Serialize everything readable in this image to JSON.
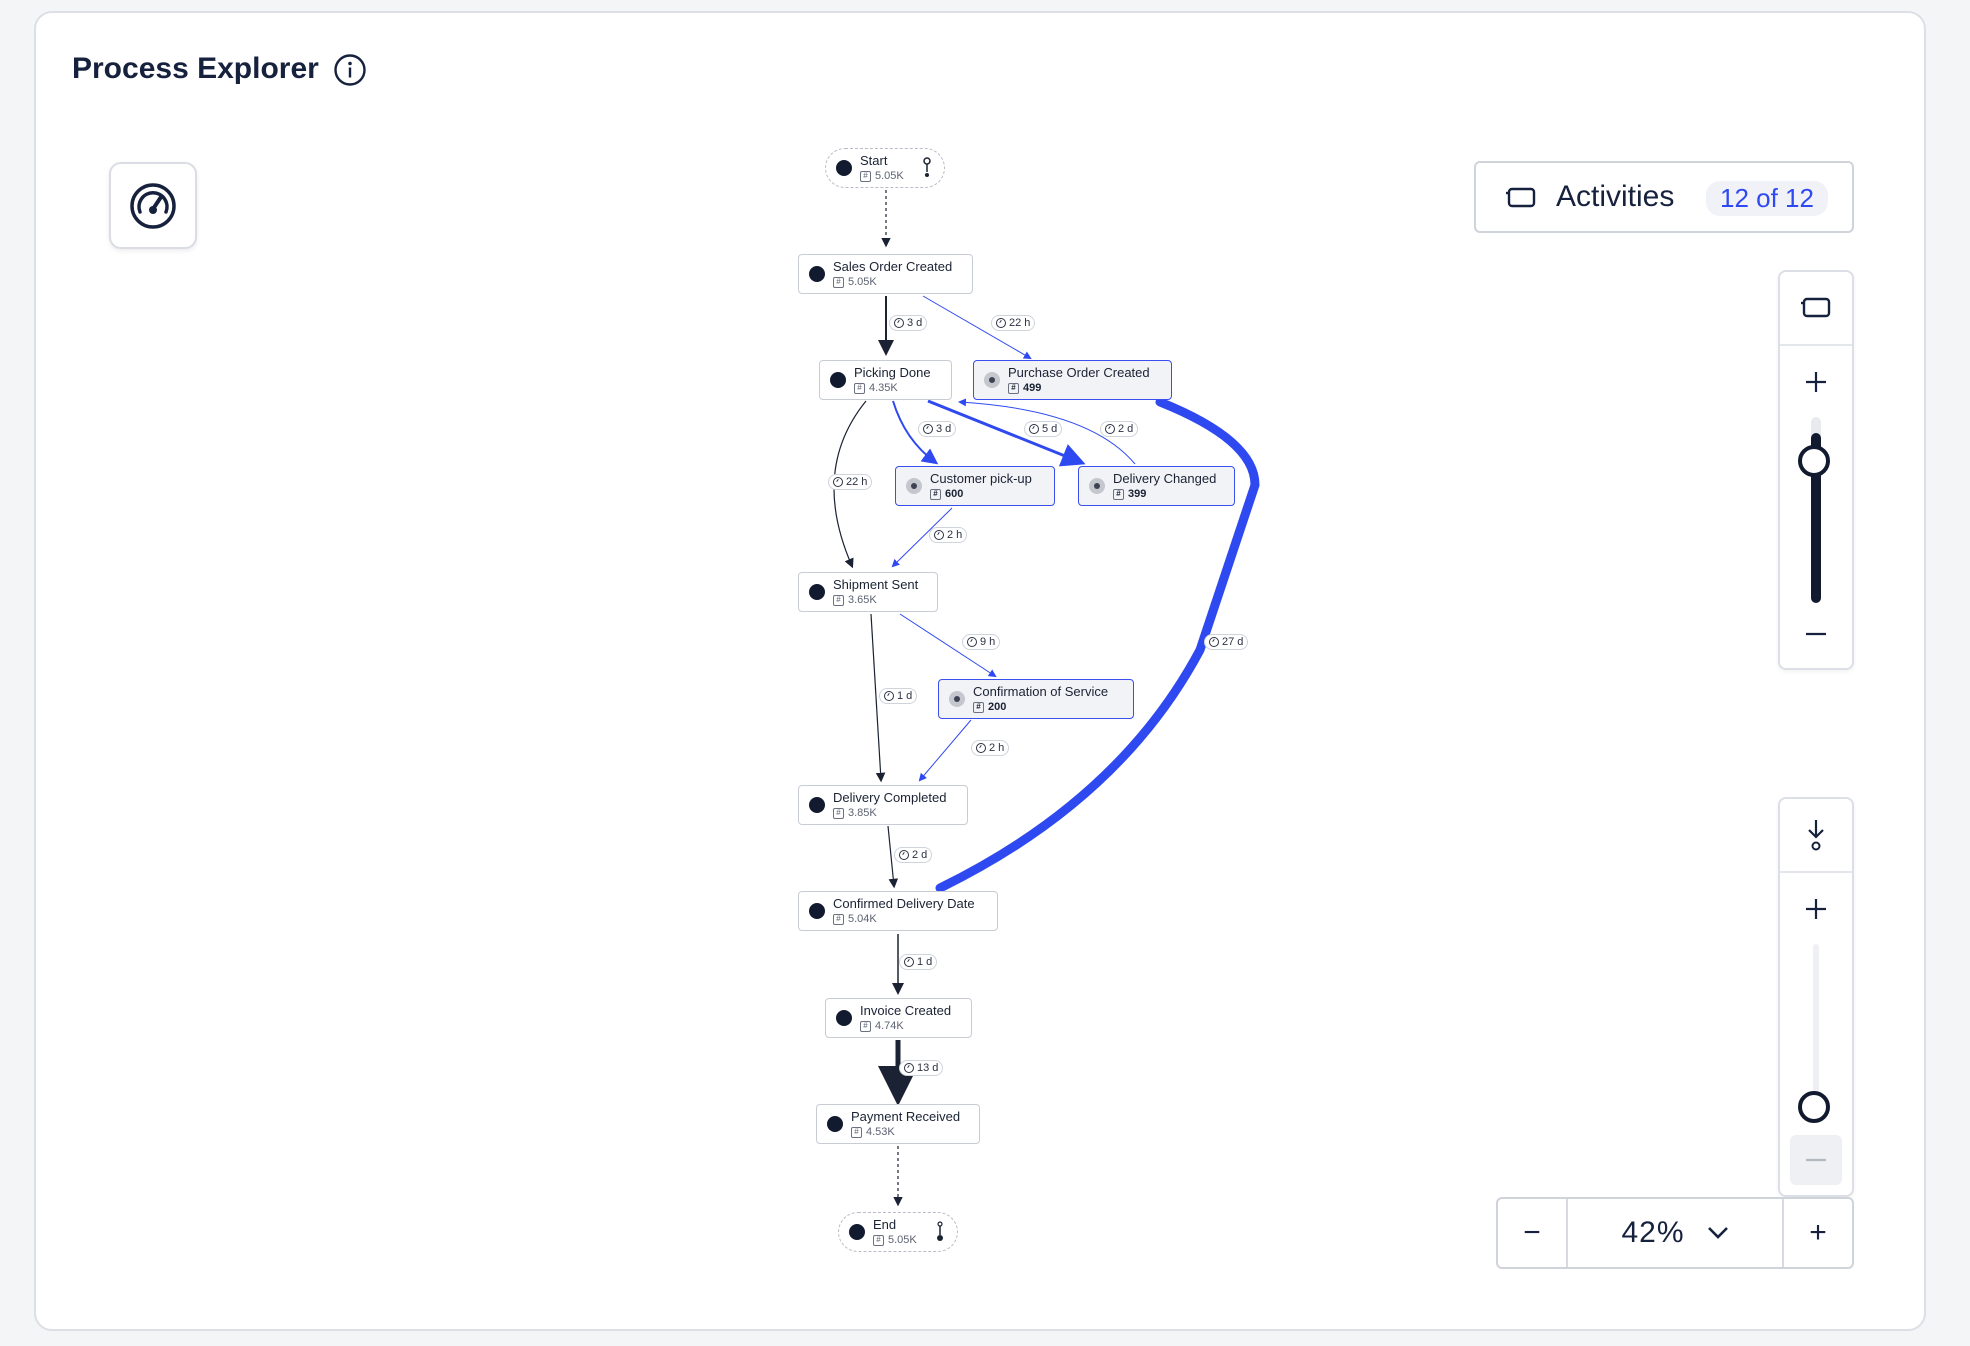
{
  "header": {
    "title": "Process Explorer"
  },
  "activities": {
    "label": "Activities",
    "count": "12 of 12"
  },
  "zoom": {
    "value": "42%",
    "minus": "−",
    "plus": "+"
  },
  "colors": {
    "accent": "#2f49f0",
    "dark": "#111a2e",
    "border": "#dcdfe5"
  },
  "icons": [
    "info-icon",
    "speedometer-icon",
    "activity-box-icon",
    "plus-icon",
    "minus-icon",
    "connection-icon",
    "chevron-down-icon"
  ],
  "nodes": [
    {
      "label": "Start",
      "count": "5.05K"
    },
    {
      "label": "Sales Order Created",
      "count": "5.05K"
    },
    {
      "label": "Picking Done",
      "count": "4.35K"
    },
    {
      "label": "Purchase Order Created",
      "count": "499"
    },
    {
      "label": "Customer pick-up",
      "count": "600"
    },
    {
      "label": "Delivery Changed",
      "count": "399"
    },
    {
      "label": "Shipment Sent",
      "count": "3.65K"
    },
    {
      "label": "Confirmation of Service",
      "count": "200"
    },
    {
      "label": "Delivery Completed",
      "count": "3.85K"
    },
    {
      "label": "Confirmed Delivery Date",
      "count": "5.04K"
    },
    {
      "label": "Invoice Created",
      "count": "4.74K"
    },
    {
      "label": "Payment Received",
      "count": "4.53K"
    },
    {
      "label": "End",
      "count": "5.05K"
    }
  ],
  "edges": [
    {
      "from": "Sales Order Created",
      "to": "Picking Done",
      "duration": "3 d"
    },
    {
      "from": "Sales Order Created",
      "to": "Purchase Order Created",
      "duration": "22 h"
    },
    {
      "from": "Picking Done",
      "to": "Customer pick-up",
      "duration": "3 d"
    },
    {
      "from": "Picking Done",
      "to": "Delivery Changed",
      "duration": "5 d"
    },
    {
      "from": "Delivery Changed",
      "to": "Picking Done",
      "duration": "2 d"
    },
    {
      "from": "Picking Done",
      "to": "Shipment Sent",
      "duration": "22 h"
    },
    {
      "from": "Customer pick-up",
      "to": "Shipment Sent",
      "duration": "2 h"
    },
    {
      "from": "Shipment Sent",
      "to": "Confirmation of Service",
      "duration": "9 h"
    },
    {
      "from": "Purchase Order Created",
      "to": "Confirmed Delivery Date",
      "duration": "27 d"
    },
    {
      "from": "Shipment Sent",
      "to": "Delivery Completed",
      "duration": "1 d"
    },
    {
      "from": "Confirmation of Service",
      "to": "Delivery Completed",
      "duration": "2 h"
    },
    {
      "from": "Delivery Completed",
      "to": "Confirmed Delivery Date",
      "duration": "2 d"
    },
    {
      "from": "Confirmed Delivery Date",
      "to": "Invoice Created",
      "duration": "1 d"
    },
    {
      "from": "Invoice Created",
      "to": "Payment Received",
      "duration": "13 d"
    }
  ]
}
